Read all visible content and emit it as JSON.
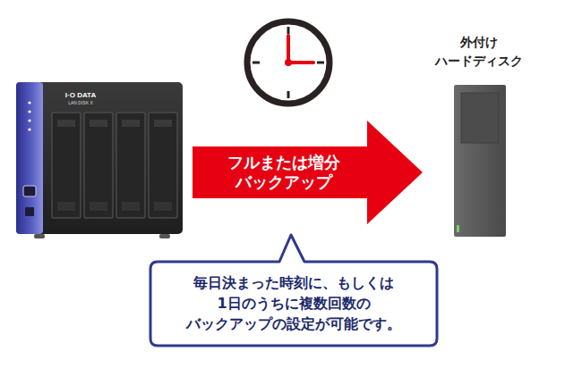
{
  "diagram": {
    "nodes": [
      {
        "text": [
          "I·O DATA",
          "LAN DISK X"
        ]
      },
      {
        "text": [
          "外付け ハードディスク"
        ]
      },
      {
        "text": [
          "毎日決まった時刻に、もしくは 1日のうちに複数回数の バックアップの設定が可能です。"
        ]
      }
    ],
    "edges": [
      {
        "from": 0,
        "to": 1,
        "arrow": "to",
        "label": "フルまたは増分 バックアップ"
      }
    ]
  }
}
